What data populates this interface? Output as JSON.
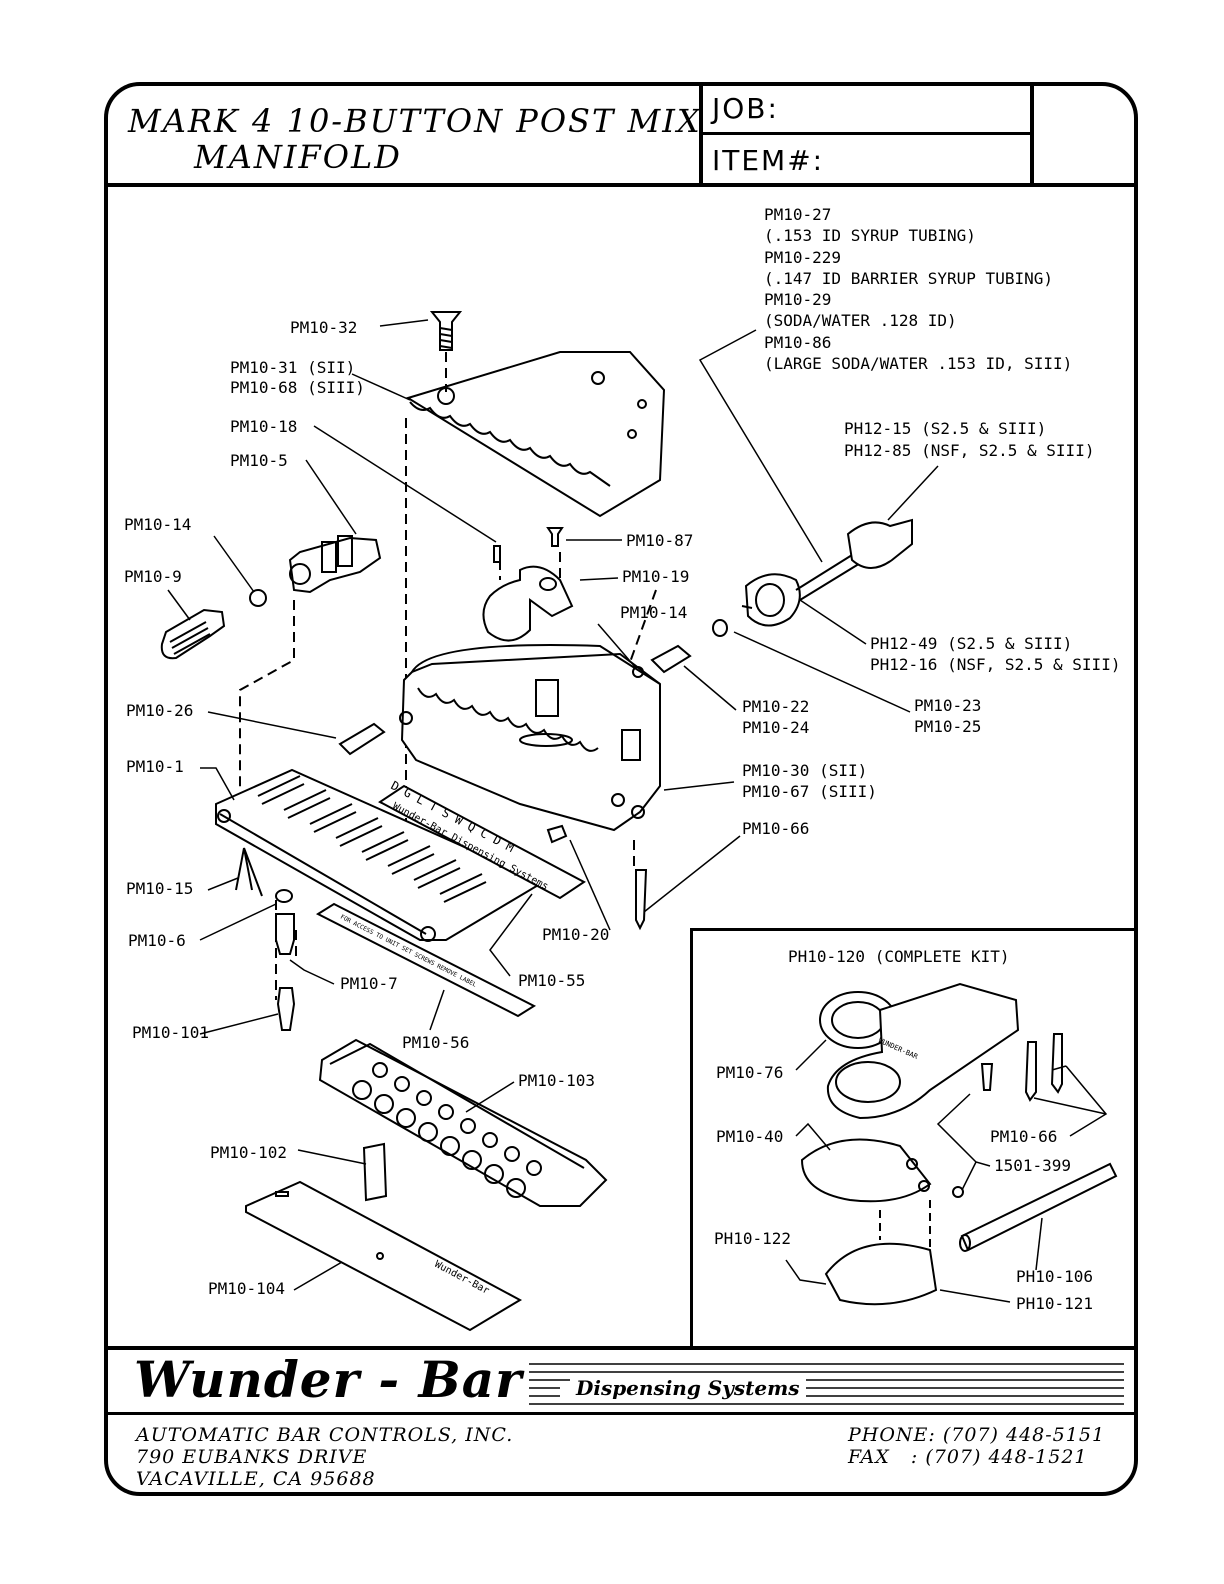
{
  "header": {
    "title_line1": "MARK 4 10-BUTTON POST MIX",
    "title_line2": "MANIFOLD",
    "job_label": "JOB:",
    "item_label": "ITEM#:"
  },
  "labels": {
    "pm10_27": "PM10-27",
    "pm10_27_desc": "(.153 ID SYRUP TUBING)",
    "pm10_229": "PM10-229",
    "pm10_229_desc": "(.147 ID BARRIER SYRUP TUBING)",
    "pm10_29": "PM10-29",
    "pm10_29_desc": "(SODA/WATER .128 ID)",
    "pm10_86": "PM10-86",
    "pm10_86_desc": "(LARGE SODA/WATER .153 ID, SIII)",
    "pm10_32": "PM10-32",
    "pm10_31": "PM10-31 (SII)",
    "pm10_68": "PM10-68 (SIII)",
    "pm10_18": "PM10-18",
    "pm10_5": "PM10-5",
    "ph12_15": "PH12-15 (S2.5 & SIII)",
    "ph12_85": "PH12-85 (NSF, S2.5 & SIII)",
    "pm10_14a": "PM10-14",
    "pm10_87": "PM10-87",
    "pm10_9": "PM10-9",
    "pm10_19": "PM10-19",
    "pm10_14b": "PM10-14",
    "ph12_49": "PH12-49 (S2.5 & SIII)",
    "ph12_16": "PH12-16 (NSF, S2.5 & SIII)",
    "pm10_26": "PM10-26",
    "pm10_22": "PM10-22",
    "pm10_24": "PM10-24",
    "pm10_23": "PM10-23",
    "pm10_25": "PM10-25",
    "pm10_1": "PM10-1",
    "pm10_30": "PM10-30 (SII)",
    "pm10_67": "PM10-67 (SIII)",
    "pm10_66a": "PM10-66",
    "pm10_15": "PM10-15",
    "pm10_6": "PM10-6",
    "pm10_20": "PM10-20",
    "pm10_7": "PM10-7",
    "pm10_55": "PM10-55",
    "pm10_101": "PM10-101",
    "pm10_56": "PM10-56",
    "pm10_103": "PM10-103",
    "pm10_102": "PM10-102",
    "pm10_104": "PM10-104",
    "ph10_120": "PH10-120 (COMPLETE KIT)",
    "pm10_76": "PM10-76",
    "pm10_40": "PM10-40",
    "pm10_66b": "PM10-66",
    "n1501_399": "1501-399",
    "ph10_122": "PH10-122",
    "ph10_106": "PH10-106",
    "ph10_121": "PH10-121"
  },
  "part_text": {
    "flavor_letters": "D G L T S W Q C D M",
    "label_text": "Wunder-Bar Dispensing Systems",
    "sticker_text": "FOR ACCESS TO UNIT SET SCREWS REMOVE LABEL",
    "plate_brand": "Wunder-Bar",
    "bracket_brand": "WUNDER-BAR"
  },
  "footer": {
    "brand": "Wunder - Bar",
    "tagline": "Dispensing Systems",
    "address_line1": "AUTOMATIC BAR CONTROLS, INC.",
    "address_line2": "790 EUBANKS DRIVE",
    "address_line3": "VACAVILLE, CA 95688",
    "phone": "PHONE: (707) 448-5151",
    "fax": "FAX   : (707) 448-1521"
  }
}
